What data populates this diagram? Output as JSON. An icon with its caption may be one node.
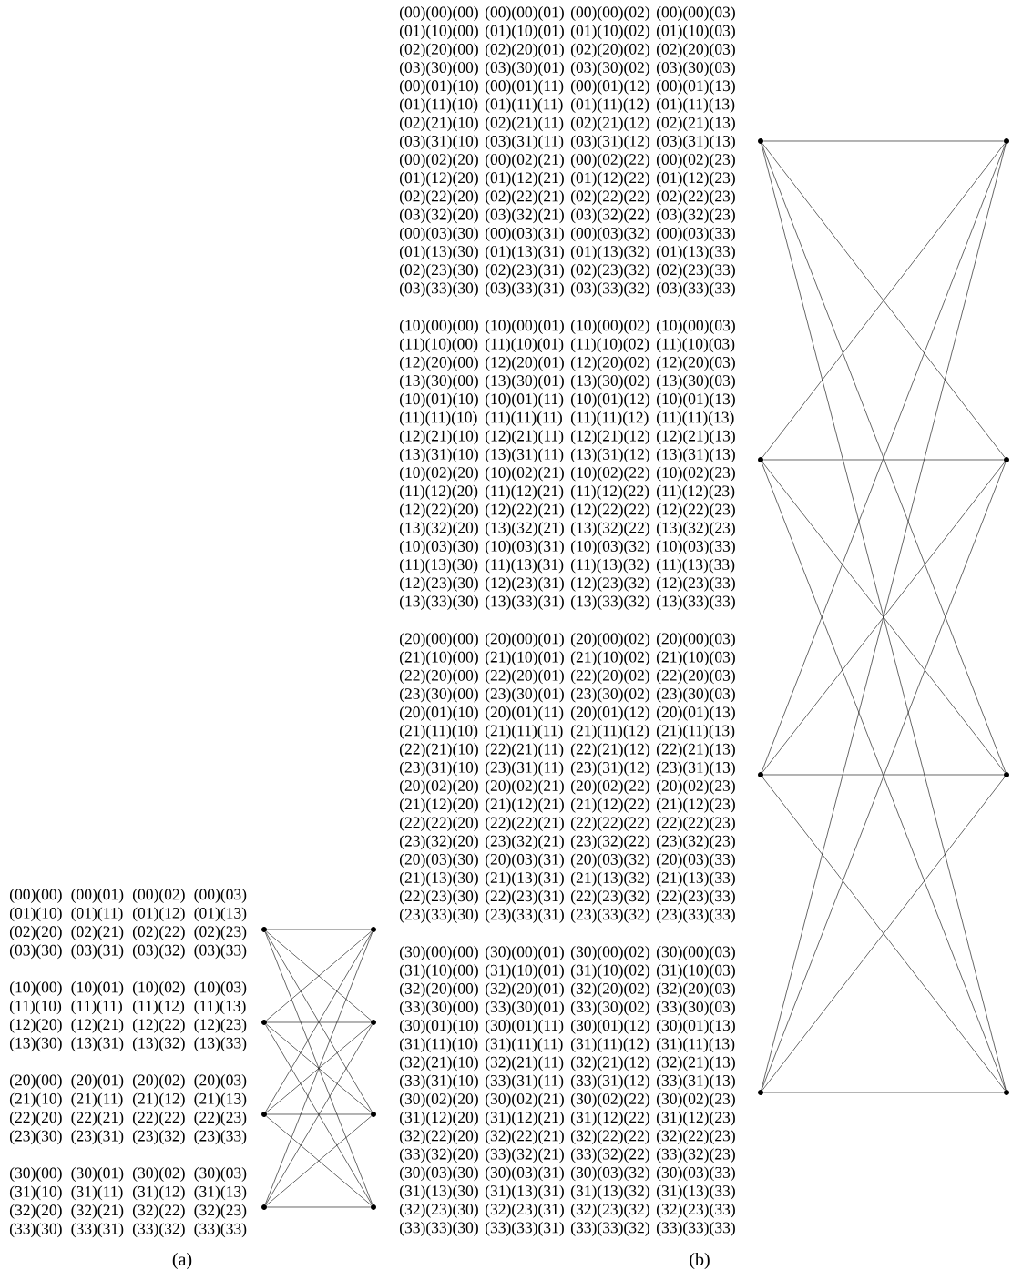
{
  "diagram": {
    "nodes": [
      {
        "text": [],
        "shape": "circle"
      },
      {
        "text": [],
        "shape": "circle"
      },
      {
        "text": [],
        "shape": "circle"
      },
      {
        "text": [],
        "shape": "circle"
      },
      {
        "text": [],
        "shape": "circle"
      },
      {
        "text": [],
        "shape": "circle"
      },
      {
        "text": [],
        "shape": "circle"
      },
      {
        "text": [],
        "shape": "circle"
      },
      {
        "text": [],
        "shape": "circle"
      },
      {
        "text": [],
        "shape": "circle"
      },
      {
        "text": [],
        "shape": "circle"
      },
      {
        "text": [],
        "shape": "circle"
      },
      {
        "text": [],
        "shape": "circle"
      },
      {
        "text": [],
        "shape": "circle"
      },
      {
        "text": [],
        "shape": "circle"
      },
      {
        "text": [],
        "shape": "circle"
      }
    ],
    "edges": [
      {
        "from": 0,
        "to": 4,
        "arrow": "none"
      },
      {
        "from": 0,
        "to": 5,
        "arrow": "none"
      },
      {
        "from": 0,
        "to": 6,
        "arrow": "none"
      },
      {
        "from": 0,
        "to": 7,
        "arrow": "none"
      },
      {
        "from": 1,
        "to": 4,
        "arrow": "none"
      },
      {
        "from": 1,
        "to": 5,
        "arrow": "none"
      },
      {
        "from": 1,
        "to": 6,
        "arrow": "none"
      },
      {
        "from": 1,
        "to": 7,
        "arrow": "none"
      },
      {
        "from": 2,
        "to": 4,
        "arrow": "none"
      },
      {
        "from": 2,
        "to": 5,
        "arrow": "none"
      },
      {
        "from": 2,
        "to": 6,
        "arrow": "none"
      },
      {
        "from": 2,
        "to": 7,
        "arrow": "none"
      },
      {
        "from": 3,
        "to": 4,
        "arrow": "none"
      },
      {
        "from": 3,
        "to": 5,
        "arrow": "none"
      },
      {
        "from": 3,
        "to": 6,
        "arrow": "none"
      },
      {
        "from": 3,
        "to": 7,
        "arrow": "none"
      },
      {
        "from": 8,
        "to": 12,
        "arrow": "none"
      },
      {
        "from": 8,
        "to": 13,
        "arrow": "none"
      },
      {
        "from": 8,
        "to": 14,
        "arrow": "none"
      },
      {
        "from": 8,
        "to": 15,
        "arrow": "none"
      },
      {
        "from": 9,
        "to": 12,
        "arrow": "none"
      },
      {
        "from": 9,
        "to": 13,
        "arrow": "none"
      },
      {
        "from": 9,
        "to": 14,
        "arrow": "none"
      },
      {
        "from": 9,
        "to": 15,
        "arrow": "none"
      },
      {
        "from": 10,
        "to": 12,
        "arrow": "none"
      },
      {
        "from": 10,
        "to": 13,
        "arrow": "none"
      },
      {
        "from": 10,
        "to": 14,
        "arrow": "none"
      },
      {
        "from": 10,
        "to": 15,
        "arrow": "none"
      },
      {
        "from": 11,
        "to": 12,
        "arrow": "none"
      },
      {
        "from": 11,
        "to": 13,
        "arrow": "none"
      },
      {
        "from": 11,
        "to": 14,
        "arrow": "none"
      },
      {
        "from": 11,
        "to": 15,
        "arrow": "none"
      }
    ],
    "labels": [
      "(00)(00)",
      "(00)(01)",
      "(00)(02)",
      "(00)(03)",
      "(01)(10)",
      "(01)(11)",
      "(01)(12)",
      "(01)(13)",
      "(02)(20)",
      "(02)(21)",
      "(02)(22)",
      "(02)(23)",
      "(03)(30)",
      "(03)(31)",
      "(03)(32)",
      "(03)(33)",
      "(10)(00)",
      "(10)(01)",
      "(10)(02)",
      "(10)(03)",
      "(11)(10)",
      "(11)(11)",
      "(11)(12)",
      "(11)(13)",
      "(12)(20)",
      "(12)(21)",
      "(12)(22)",
      "(12)(23)",
      "(13)(30)",
      "(13)(31)",
      "(13)(32)",
      "(13)(33)",
      "(20)(00)",
      "(20)(01)",
      "(20)(02)",
      "(20)(03)",
      "(21)(10)",
      "(21)(11)",
      "(21)(12)",
      "(21)(13)",
      "(22)(20)",
      "(22)(21)",
      "(22)(22)",
      "(22)(23)",
      "(23)(30)",
      "(23)(31)",
      "(23)(32)",
      "(23)(33)",
      "(30)(00)",
      "(30)(01)",
      "(30)(02)",
      "(30)(03)",
      "(31)(10)",
      "(31)(11)",
      "(31)(12)",
      "(31)(13)",
      "(32)(20)",
      "(32)(21)",
      "(32)(22)",
      "(32)(23)",
      "(33)(30)",
      "(33)(31)",
      "(33)(32)",
      "(33)(33)",
      "(a)",
      "(00)(00)(00)",
      "(00)(00)(01)",
      "(00)(00)(02)",
      "(00)(00)(03)",
      "(01)(10)(00)",
      "(01)(10)(01)",
      "(01)(10)(02)",
      "(01)(10)(03)",
      "(02)(20)(00)",
      "(02)(20)(01)",
      "(02)(20)(02)",
      "(02)(20)(03)",
      "(03)(30)(00)",
      "(03)(30)(01)",
      "(03)(30)(02)",
      "(03)(30)(03)",
      "(00)(01)(10)",
      "(00)(01)(11)",
      "(00)(01)(12)",
      "(00)(01)(13)",
      "(01)(11)(10)",
      "(01)(11)(11)",
      "(01)(11)(12)",
      "(01)(11)(13)",
      "(02)(21)(10)",
      "(02)(21)(11)",
      "(02)(21)(12)",
      "(02)(21)(13)",
      "(03)(31)(10)",
      "(03)(31)(11)",
      "(03)(31)(12)",
      "(03)(31)(13)",
      "(00)(02)(20)",
      "(00)(02)(21)",
      "(00)(02)(22)",
      "(00)(02)(23)",
      "(01)(12)(20)",
      "(01)(12)(21)",
      "(01)(12)(22)",
      "(01)(12)(23)",
      "(02)(22)(20)",
      "(02)(22)(21)",
      "(02)(22)(22)",
      "(02)(22)(23)",
      "(03)(32)(20)",
      "(03)(32)(21)",
      "(03)(32)(22)",
      "(03)(32)(23)",
      "(00)(03)(30)",
      "(00)(03)(31)",
      "(00)(03)(32)",
      "(00)(03)(33)",
      "(01)(13)(30)",
      "(01)(13)(31)",
      "(01)(13)(32)",
      "(01)(13)(33)",
      "(02)(23)(30)",
      "(02)(23)(31)",
      "(02)(23)(32)",
      "(02)(23)(33)",
      "(03)(33)(30)",
      "(03)(33)(31)",
      "(03)(33)(32)",
      "(03)(33)(33)",
      "(10)(00)(00)",
      "(10)(00)(01)",
      "(10)(00)(02)",
      "(10)(00)(03)",
      "(11)(10)(00)",
      "(11)(10)(01)",
      "(11)(10)(02)",
      "(11)(10)(03)",
      "(12)(20)(00)",
      "(12)(20)(01)",
      "(12)(20)(02)",
      "(12)(20)(03)",
      "(13)(30)(00)",
      "(13)(30)(01)",
      "(13)(30)(02)",
      "(13)(30)(03)",
      "(10)(01)(10)",
      "(10)(01)(11)",
      "(10)(01)(12)",
      "(10)(01)(13)",
      "(11)(11)(10)",
      "(11)(11)(11)",
      "(11)(11)(12)",
      "(11)(11)(13)",
      "(12)(21)(10)",
      "(12)(21)(11)",
      "(12)(21)(12)",
      "(12)(21)(13)",
      "(13)(31)(10)",
      "(13)(31)(11)",
      "(13)(31)(12)",
      "(13)(31)(13)",
      "(10)(02)(20)",
      "(10)(02)(21)",
      "(10)(02)(22)",
      "(10)(02)(23)",
      "(11)(12)(20)",
      "(11)(12)(21)",
      "(11)(12)(22)",
      "(11)(12)(23)",
      "(12)(22)(20)",
      "(12)(22)(21)",
      "(12)(22)(22)",
      "(12)(22)(23)",
      "(13)(32)(20)",
      "(13)(32)(21)",
      "(13)(32)(22)",
      "(13)(32)(23)",
      "(10)(03)(30)",
      "(10)(03)(31)",
      "(10)(03)(32)",
      "(10)(03)(33)",
      "(11)(13)(30)",
      "(11)(13)(31)",
      "(11)(13)(32)",
      "(11)(13)(33)",
      "(12)(23)(30)",
      "(12)(23)(31)",
      "(12)(23)(32)",
      "(12)(23)(33)",
      "(13)(33)(30)",
      "(13)(33)(31)",
      "(13)(33)(32)",
      "(13)(33)(33)",
      "(20)(00)(00)",
      "(20)(00)(01)",
      "(20)(00)(02)",
      "(20)(00)(03)",
      "(21)(10)(00)",
      "(21)(10)(01)",
      "(21)(10)(02)",
      "(21)(10)(03)",
      "(22)(20)(00)",
      "(22)(20)(01)",
      "(22)(20)(02)",
      "(22)(20)(03)",
      "(23)(30)(00)",
      "(23)(30)(01)",
      "(23)(30)(02)",
      "(23)(30)(03)",
      "(20)(01)(10)",
      "(20)(01)(11)",
      "(20)(01)(12)",
      "(20)(01)(13)",
      "(21)(11)(10)",
      "(21)(11)(11)",
      "(21)(11)(12)",
      "(21)(11)(13)",
      "(22)(21)(10)",
      "(22)(21)(11)",
      "(22)(21)(12)",
      "(22)(21)(13)",
      "(23)(31)(10)",
      "(23)(31)(11)",
      "(23)(31)(12)",
      "(23)(31)(13)",
      "(20)(02)(20)",
      "(20)(02)(21)",
      "(20)(02)(22)",
      "(20)(02)(23)",
      "(21)(12)(20)",
      "(21)(12)(21)",
      "(21)(12)(22)",
      "(21)(12)(23)",
      "(22)(22)(20)",
      "(22)(22)(21)",
      "(22)(22)(22)",
      "(22)(22)(23)",
      "(23)(32)(20)",
      "(23)(32)(21)",
      "(23)(32)(22)",
      "(23)(32)(23)",
      "(20)(03)(30)",
      "(20)(03)(31)",
      "(20)(03)(32)",
      "(20)(03)(33)",
      "(21)(13)(30)",
      "(21)(13)(31)",
      "(21)(13)(32)",
      "(21)(13)(33)",
      "(22)(23)(30)",
      "(22)(23)(31)",
      "(22)(23)(32)",
      "(22)(23)(33)",
      "(23)(33)(30)",
      "(23)(33)(31)",
      "(23)(33)(32)",
      "(23)(33)(33)",
      "(30)(00)(00)",
      "(30)(00)(01)",
      "(30)(00)(02)",
      "(30)(00)(03)",
      "(31)(10)(00)",
      "(31)(10)(01)",
      "(31)(10)(02)",
      "(31)(10)(03)",
      "(32)(20)(00)",
      "(32)(20)(01)",
      "(32)(20)(02)",
      "(32)(20)(03)",
      "(33)(30)(00)",
      "(33)(30)(01)",
      "(33)(30)(02)",
      "(33)(30)(03)",
      "(30)(01)(10)",
      "(30)(01)(11)",
      "(30)(01)(12)",
      "(30)(01)(13)",
      "(31)(11)(10)",
      "(31)(11)(11)",
      "(31)(11)(12)",
      "(31)(11)(13)",
      "(32)(21)(10)",
      "(32)(21)(11)",
      "(32)(21)(12)",
      "(32)(21)(13)",
      "(33)(31)(10)",
      "(33)(31)(11)",
      "(33)(31)(12)",
      "(33)(31)(13)",
      "(30)(02)(20)",
      "(30)(02)(21)",
      "(30)(02)(22)",
      "(30)(02)(23)",
      "(31)(12)(20)",
      "(31)(12)(21)",
      "(31)(12)(22)",
      "(31)(12)(23)",
      "(32)(22)(20)",
      "(32)(22)(21)",
      "(32)(22)(22)",
      "(32)(22)(23)",
      "(33)(32)(20)",
      "(33)(32)(21)",
      "(33)(32)(22)",
      "(33)(32)(23)",
      "(30)(03)(30)",
      "(30)(03)(31)",
      "(30)(03)(32)",
      "(30)(03)(33)",
      "(31)(13)(30)",
      "(31)(13)(31)",
      "(31)(13)(32)",
      "(31)(13)(33)",
      "(32)(23)(30)",
      "(32)(23)(31)",
      "(32)(23)(32)",
      "(32)(23)(33)",
      "(33)(33)(30)",
      "(33)(33)(31)",
      "(33)(33)(32)",
      "(33)(33)(33)",
      "(b)"
    ]
  }
}
